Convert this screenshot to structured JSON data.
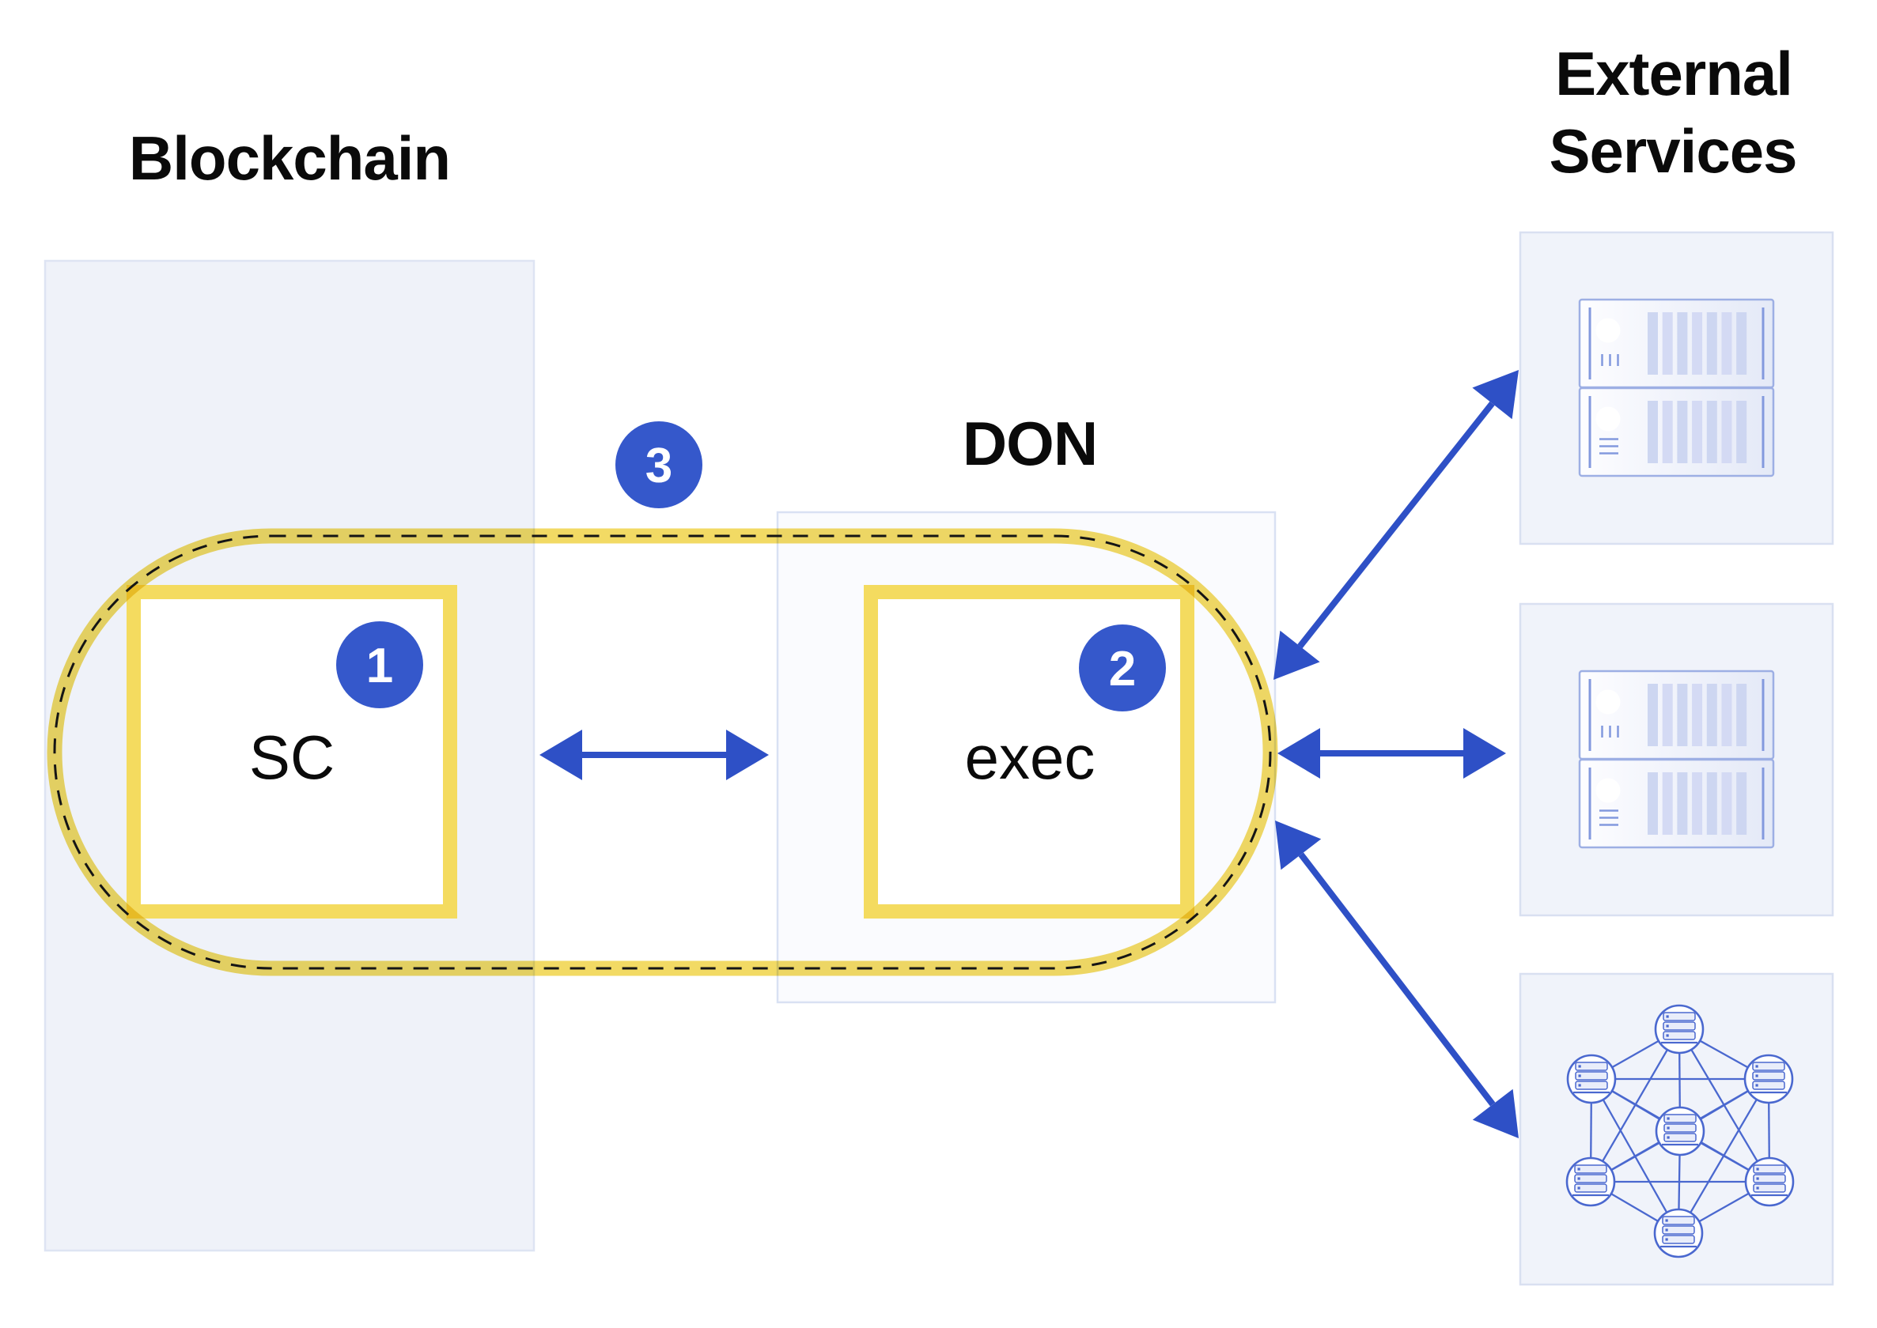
{
  "diagram_type": "architecture-diagram",
  "blockchain": {
    "title": "Blockchain",
    "sc_label": "SC",
    "sc_badge": "1"
  },
  "don": {
    "title": "DON",
    "exec_label": "exec",
    "exec_badge": "2"
  },
  "loop": {
    "badge": "3",
    "style": "yellow-band-with-black-dashes"
  },
  "external_services": {
    "title_line1": "External",
    "title_line2": "Services",
    "boxes": [
      {
        "icon": "server-rack-icon"
      },
      {
        "icon": "server-rack-icon"
      },
      {
        "icon": "node-network-icon",
        "node_count": 7
      }
    ]
  },
  "arrows": [
    {
      "name": "sc-exec",
      "type": "bidirectional"
    },
    {
      "name": "don-to-service-top",
      "type": "bidirectional"
    },
    {
      "name": "don-to-service-middle",
      "type": "bidirectional"
    },
    {
      "name": "don-to-service-bottom",
      "type": "bidirectional"
    }
  ],
  "colors": {
    "page_bg": "#ffffff",
    "panel_fill": "#eff2f9",
    "panel_border": "#dee4f3",
    "don_fill": "#fafbfe",
    "don_border": "#d9e1f3",
    "service_fill": "#f0f3fa",
    "service_border": "#d9e0f1",
    "box_yellow": "#f4db5f",
    "capsule_yellow": "#f0d349",
    "dash_black": "#151515",
    "badge_blue": "#3558cb",
    "arrow_blue": "#2e50c6",
    "icon_blue": "#4a68cf",
    "icon_light_blue": "#8fa5e2",
    "slat_fill": "#cdd6f1",
    "text_black": "#0a0a0a"
  }
}
